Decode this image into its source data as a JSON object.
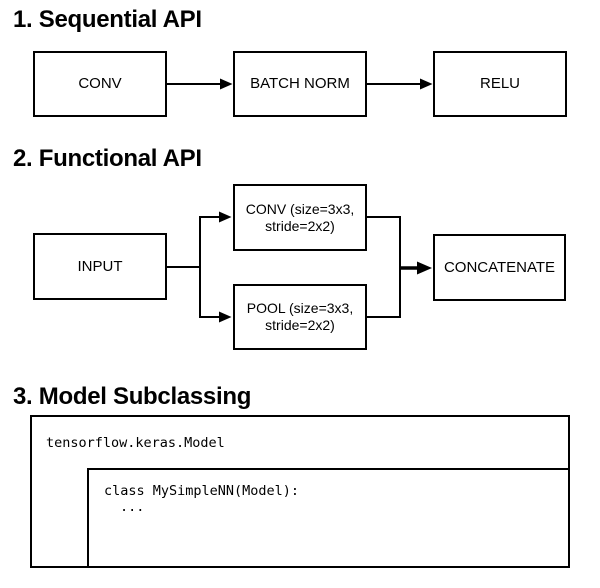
{
  "colors": {
    "background": "#ffffff",
    "stroke": "#000000",
    "text": "#000000"
  },
  "sections": {
    "sequential": {
      "title": "1. Sequential API",
      "boxes": [
        {
          "label": "CONV"
        },
        {
          "label": "BATCH NORM"
        },
        {
          "label": "RELU"
        }
      ]
    },
    "functional": {
      "title": "2. Functional API",
      "input_box": {
        "label": "INPUT"
      },
      "conv_box": {
        "line1": "CONV (size=3x3,",
        "line2": "stride=2x2)"
      },
      "pool_box": {
        "line1": "POOL (size=3x3,",
        "line2": "stride=2x2)"
      },
      "concat_box": {
        "label": "CONCATENATE"
      }
    },
    "subclassing": {
      "title": "3. Model Subclassing",
      "outer_box_label": "tensorflow.keras.Model",
      "inner_code_line1": "class MySimpleNN(Model):",
      "inner_code_line2": "..."
    }
  }
}
